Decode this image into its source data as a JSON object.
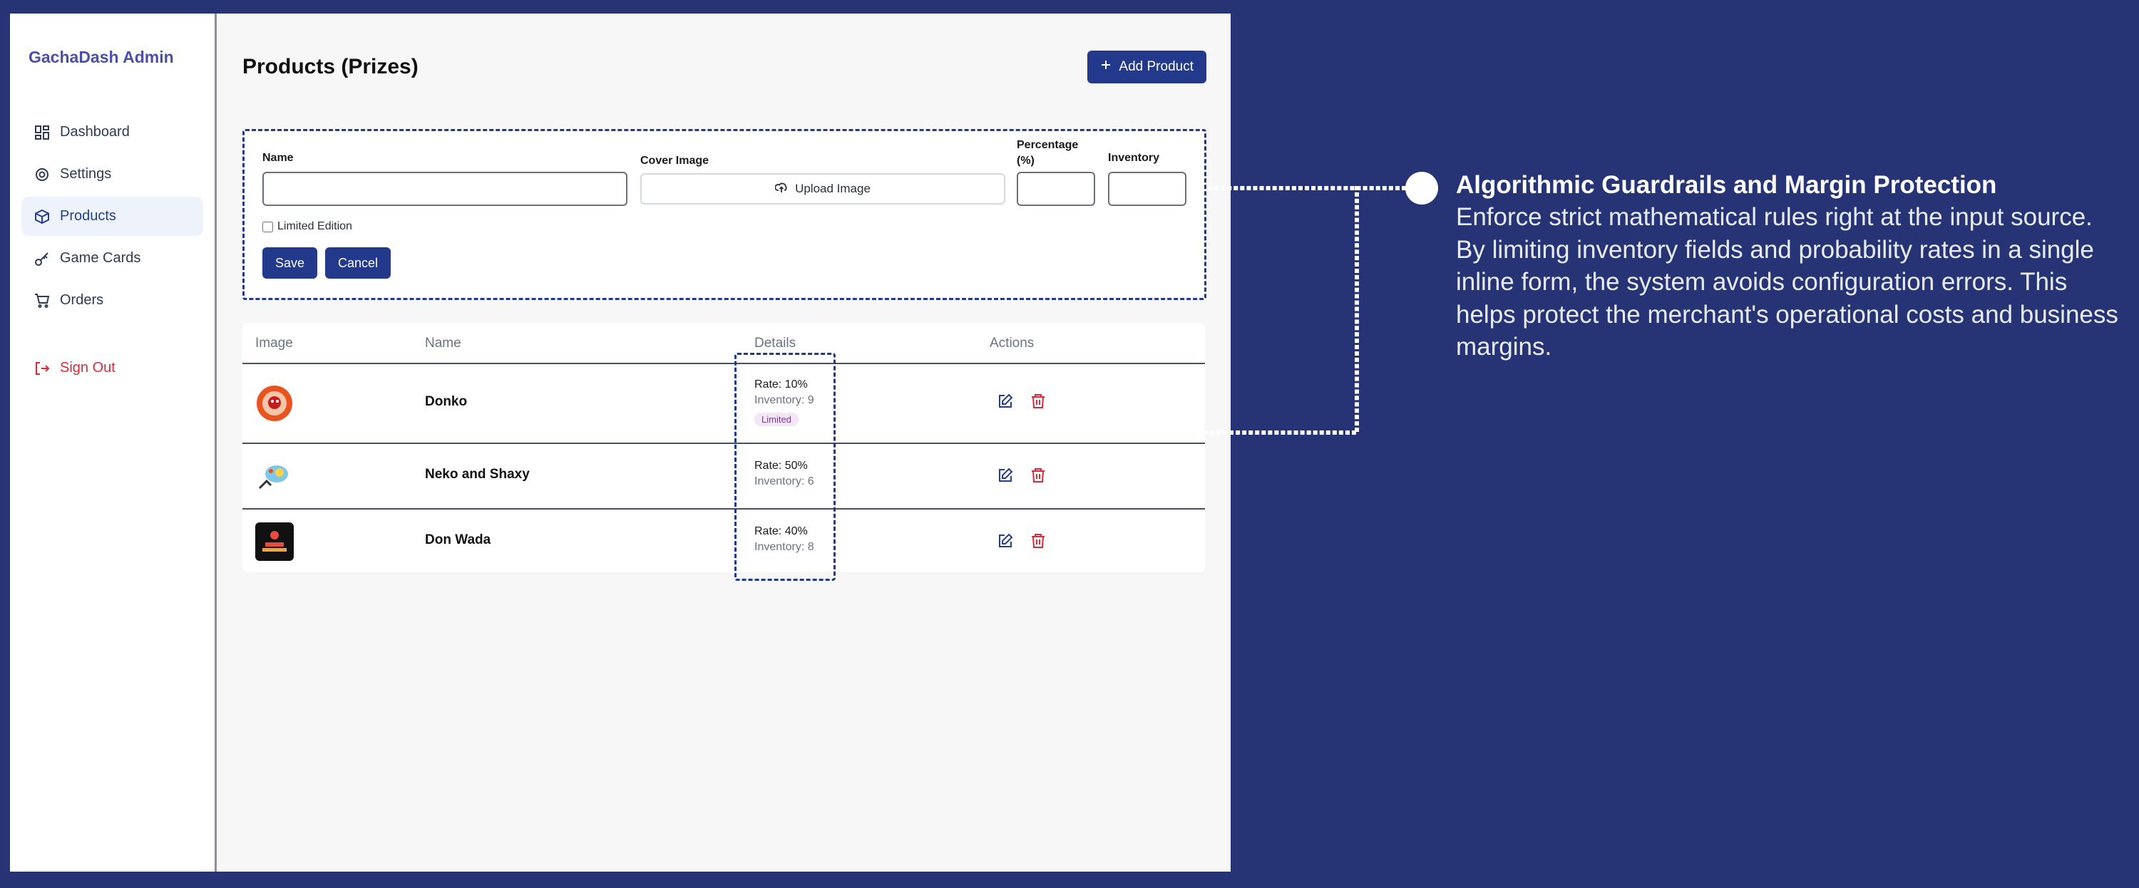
{
  "sidebar": {
    "brand": "GachaDash Admin",
    "items": [
      {
        "label": "Dashboard"
      },
      {
        "label": "Settings"
      },
      {
        "label": "Products"
      },
      {
        "label": "Game Cards"
      },
      {
        "label": "Orders"
      }
    ],
    "sign_out": "Sign Out"
  },
  "header": {
    "title": "Products (Prizes)",
    "add_button": "Add Product"
  },
  "form": {
    "name_label": "Name",
    "name_value": "",
    "cover_label": "Cover Image",
    "upload_label": "Upload Image",
    "percentage_label": "Percentage (%)",
    "percentage_value": "",
    "inventory_label": "Inventory",
    "inventory_value": "",
    "limited_label": "Limited Edition",
    "limited_checked": false,
    "save_label": "Save",
    "cancel_label": "Cancel"
  },
  "table": {
    "columns": [
      "Image",
      "Name",
      "Details",
      "Actions"
    ],
    "rows": [
      {
        "name": "Donko",
        "rate": "Rate: 10%",
        "inventory": "Inventory: 9",
        "badge": "Limited"
      },
      {
        "name": "Neko and Shaxy",
        "rate": "Rate: 50%",
        "inventory": "Inventory: 6",
        "badge": ""
      },
      {
        "name": "Don Wada",
        "rate": "Rate: 40%",
        "inventory": "Inventory: 8",
        "badge": ""
      }
    ]
  },
  "annotation": {
    "title": "Algorithmic Guardrails and Margin Protection",
    "body": "Enforce strict mathematical rules right at the input source. By limiting inventory fields and probability rates in a single inline form, the system avoids configuration errors. This helps protect the merchant's operational costs and business margins."
  },
  "colors": {
    "background": "#263476",
    "accent": "#233a8c",
    "danger": "#d62c3a",
    "brand": "#4b4fa6"
  }
}
